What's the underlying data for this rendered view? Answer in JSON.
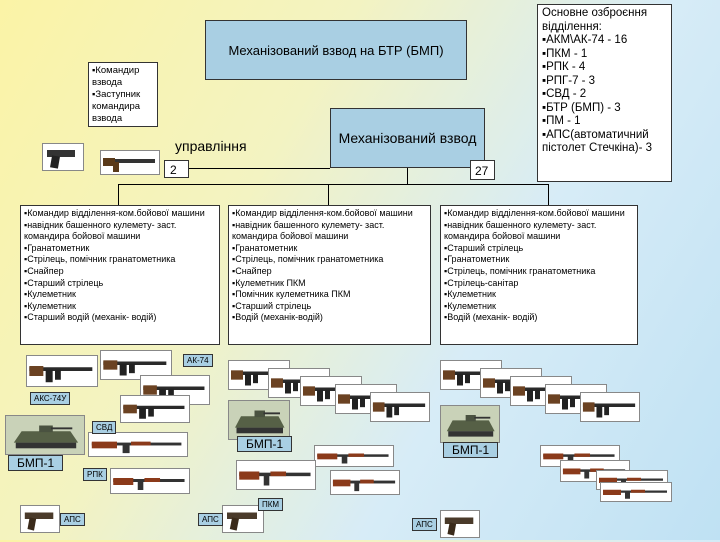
{
  "title": "Механізований взвод на БТР (БМП)",
  "command": {
    "items": [
      "▪Командир взвода",
      "▪Заступник командира взвода"
    ]
  },
  "management_label": "управління",
  "platoon_label": "Механізований взвод",
  "count_management": "2",
  "count_platoon": "27",
  "armament": {
    "heading": "Основне озброєння відділення:",
    "items": [
      "▪АКМ\\АК-74 - 16",
      "▪ПКМ - 1",
      "▪РПК - 4",
      "▪РПГ-7 - 3",
      "▪СВД - 2",
      "▪БТР (БМП) - 3",
      "▪ПМ - 1",
      "▪АПС(автоматичний пістолет Стечкіна)- 3"
    ]
  },
  "squads": [
    {
      "items": [
        "▪Командир відділення-ком.бойової машини",
        "▪навідник башенного кулемету- заст. командира бойової машини",
        "▪Гранатометник",
        "▪Стрілець, помічник гранатометника",
        "▪Снайпер",
        "▪Старший стрілець",
        "▪Кулеметник",
        "▪Кулеметник",
        "▪Старший водій (механік- водій)"
      ]
    },
    {
      "items": [
        "▪Командир відділення-ком.бойової машини",
        "▪навідник башенного кулемету- заст. командира бойової машини",
        "▪Гранатометник",
        "▪Стрілець, помічник гранатометника",
        "▪Снайпер",
        "▪Кулеметник ПКМ",
        "▪Помічник кулеметника ПКМ",
        "▪Старший стрілець",
        "▪Водій (механік-водій)"
      ]
    },
    {
      "items": [
        "▪Командир відділення-ком.бойової машини",
        "▪навідник башенного кулемету- заст. командира бойової машини",
        "▪Старший стрілець",
        "▪Гранатометник",
        "▪Стрілець, помічник гранатометника",
        "▪Стрілець-санітар",
        "▪Кулеметник",
        "▪Кулеметник",
        "▪Водій (механік- водій)"
      ]
    }
  ],
  "tags": {
    "ak74": "АК-74",
    "aks74u": "АКС-74У",
    "svd": "СВД",
    "bmp1_a": "БМП-1",
    "bmp1_b": "БМП-1",
    "bmp1_c": "БМП-1",
    "rpk": "РПК",
    "pkm": "ПКМ",
    "aps_a": "АПС",
    "aps_b": "АПС",
    "aps_c": "АПС"
  },
  "colors": {
    "box_fill": "#a9cfe3",
    "bg_start": "#fbf3a6",
    "bg_end": "#bfe1f3"
  }
}
